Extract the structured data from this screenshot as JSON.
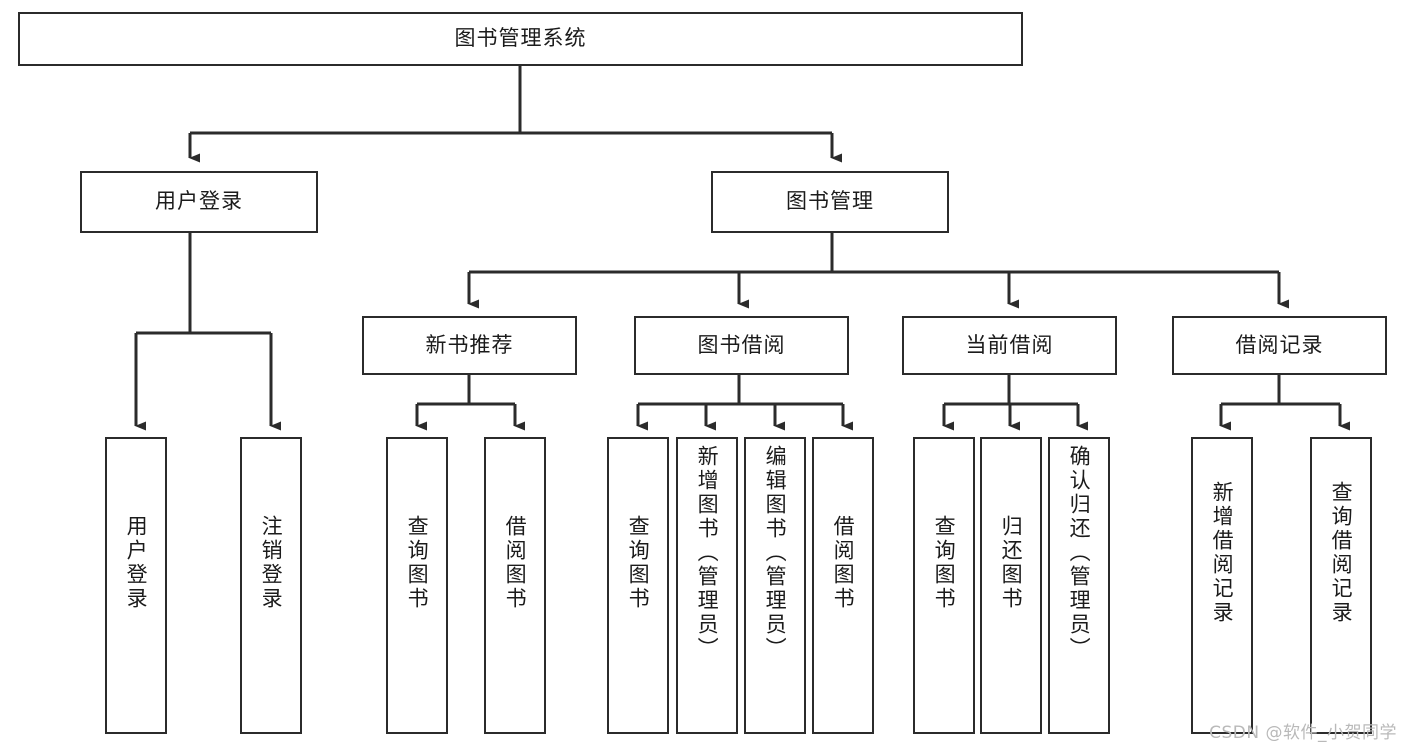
{
  "diagram": {
    "type": "tree",
    "title": "图书管理系统",
    "watermark": "CSDN @软件_小贺同学",
    "root": {
      "id": "root",
      "label": "图书管理系统"
    },
    "level2": [
      {
        "id": "user-login",
        "label": "用户登录"
      },
      {
        "id": "book-manage",
        "label": "图书管理"
      }
    ],
    "level3": [
      {
        "id": "new-book-recommend",
        "label": "新书推荐"
      },
      {
        "id": "book-borrow",
        "label": "图书借阅"
      },
      {
        "id": "current-borrow",
        "label": "当前借阅"
      },
      {
        "id": "borrow-record",
        "label": "借阅记录"
      }
    ],
    "leaves": {
      "user_login": [
        {
          "id": "leaf-user-login",
          "label": "用户登录"
        },
        {
          "id": "leaf-logout-login",
          "label": "注销登录"
        }
      ],
      "new_book_recommend": [
        {
          "id": "leaf-query-book-1",
          "label": "查询图书"
        },
        {
          "id": "leaf-borrow-book-1",
          "label": "借阅图书"
        }
      ],
      "book_borrow": [
        {
          "id": "leaf-query-book-2",
          "label": "查询图书"
        },
        {
          "id": "leaf-add-book",
          "label": "新增图书（管理员）"
        },
        {
          "id": "leaf-edit-book",
          "label": "编辑图书（管理员）"
        },
        {
          "id": "leaf-borrow-book-2",
          "label": "借阅图书"
        }
      ],
      "current_borrow": [
        {
          "id": "leaf-query-book-3",
          "label": "查询图书"
        },
        {
          "id": "leaf-return-book",
          "label": "归还图书"
        },
        {
          "id": "leaf-confirm-return",
          "label": "确认归还（管理员）"
        }
      ],
      "borrow_record": [
        {
          "id": "leaf-add-record",
          "label": "新增借阅记录"
        },
        {
          "id": "leaf-query-record",
          "label": "查询借阅记录"
        }
      ]
    },
    "colors": {
      "stroke": "#2b2b2b",
      "box_fill": "#ffffff",
      "text": "#1b1b1b",
      "background": "#ffffff",
      "watermark": "#b9b9b9"
    }
  }
}
